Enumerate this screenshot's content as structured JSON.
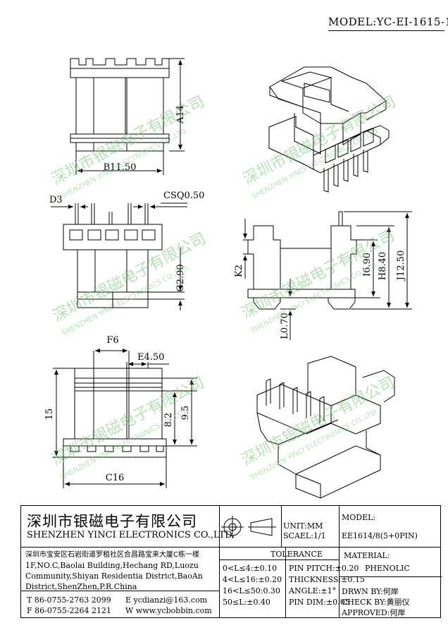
{
  "header": {
    "model": "MODEL:YC-EI-1615-1"
  },
  "dimensions": {
    "top_view": {
      "a": "A14",
      "b": "B11.50"
    },
    "side_view": {
      "d": "D3",
      "cs": "CSQ0.50",
      "g": "G2.90"
    },
    "right_view": {
      "k": "K2",
      "i": "I6.90",
      "h": "H8.40",
      "j": "J12.50",
      "l": "L0.70"
    },
    "bottom_view": {
      "f": "F6",
      "e": "E4.50",
      "h15": "15",
      "v82": "8.2",
      "v95": "9.5",
      "c": "C16"
    }
  },
  "watermark": {
    "cn": "深圳市银磁电子有限公司",
    "en": "SHENZHEN YINCI ELECTRONICS CO.,LTD."
  },
  "title_block": {
    "company_cn": "深圳市银磁电子有限公司",
    "company_en": "SHENZHEN YINCI ELECTRONICS CO.,LTD.",
    "address_cn": "深圳市宝安区石岩街道罗租社区合昌路宝来大厦C栋一楼",
    "address_en_1": "1F,NO.C,Baolai Building,Hechang RD,Luozu",
    "address_en_2": "Community,Shiyan Residentia District,BaoAn",
    "address_en_3": "District,ShenZhen,P.R.China",
    "tel": "T 86-0755-2763 2099",
    "fax": "F 86-0755-2264 2121",
    "email": "E ycdianzi@163.com",
    "web": "W www.ycbobbin.com",
    "unit": "UNIT:MM",
    "scale": "SCAEL:1/1",
    "model_label": "MODEL:",
    "model_value": "EE1614/8(5+0PIN)",
    "tolerance_label": "TOLERANCE",
    "tol_1": "0<L≤4:±0.10",
    "tol_2": "4<L≤16:±0.20",
    "tol_3": "16<L≤50:0.30",
    "tol_4": "50≤L:±0.40",
    "pin_pitch": "PIN PITCH:±0.20",
    "thickness": "THICKNESS:±0.15",
    "angle": "ANGLE:±1°",
    "pin_dim": "PIN DIM:±0.05",
    "material_label": "MATERIAL:",
    "material_value": "PHENOLIC",
    "drawn": "DRWN BY:何岸",
    "check": "CHECK BY:黄丽仪",
    "approved": "APPROVED:何岸"
  }
}
